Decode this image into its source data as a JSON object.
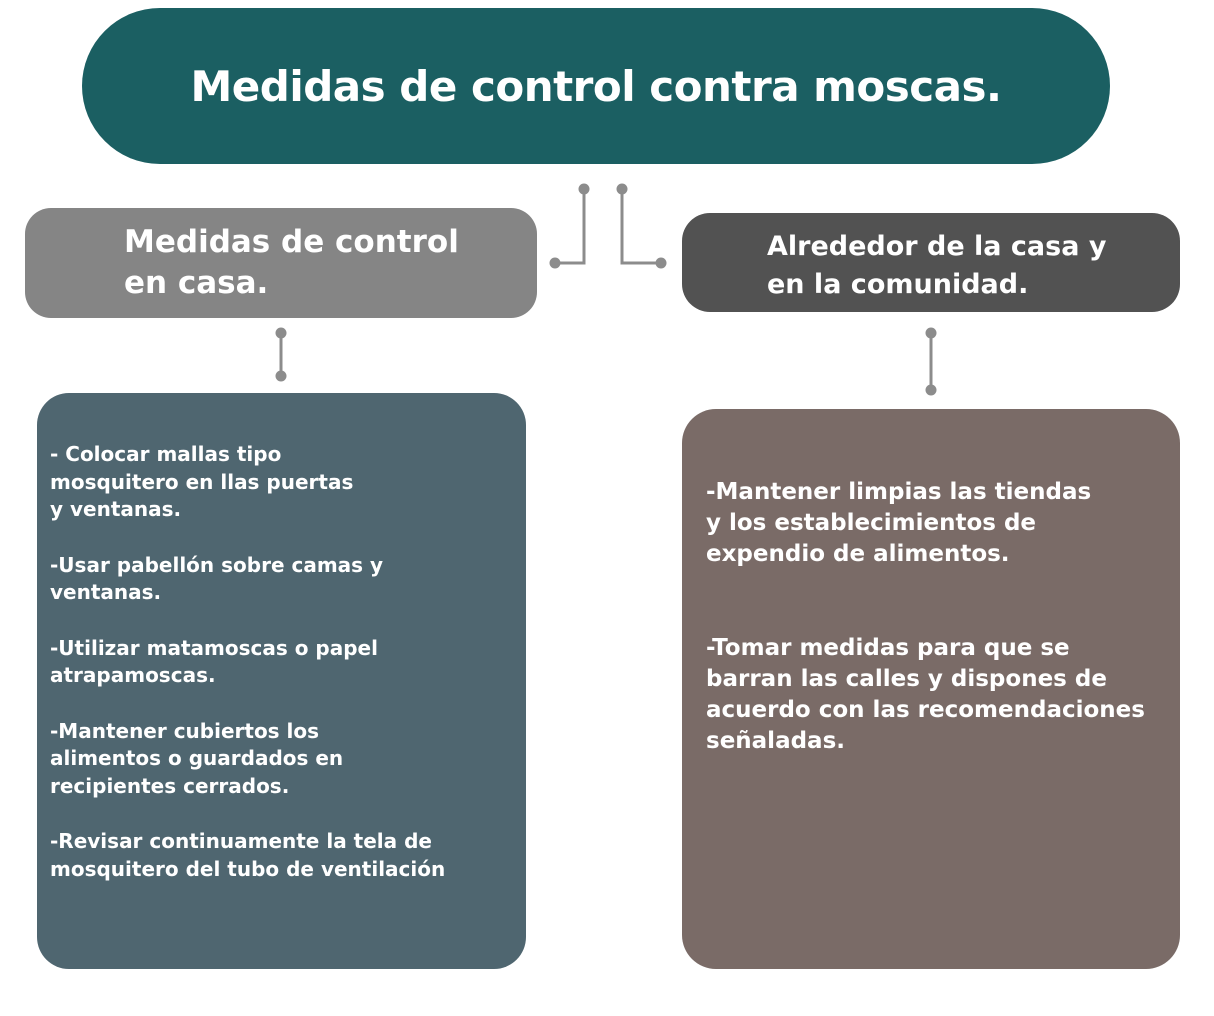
{
  "title": "Medidas de control contra moscas.",
  "branches": [
    {
      "heading_lines": [
        "Medidas de control",
        "en casa."
      ],
      "items": [
        "- Colocar mallas tipo\nmosquitero en llas puertas\ny ventanas.",
        "-Usar pabellón sobre camas y\nventanas.",
        "-Utilizar matamoscas o papel\natrapamoscas.",
        "-Mantener cubiertos los\nalimentos o guardados en\nrecipientes cerrados.",
        "-Revisar continuamente la tela de\nmosquitero del tubo de ventilación"
      ]
    },
    {
      "heading_lines": [
        "Alrededor de la casa y",
        "en  la comunidad."
      ],
      "items": [
        "-Mantener limpias las tiendas\ny los establecimientos de\nexpendio de alimentos.",
        "-Tomar medidas para que se\nbarran las calles y dispones de\nacuerdo con las recomendaciones\nseñaladas."
      ]
    }
  ],
  "colors": {
    "title_bg": "#1b5f62",
    "left_heading_bg": "#858585",
    "right_heading_bg": "#525252",
    "left_detail_bg": "#4f6670",
    "right_detail_bg": "#7a6b67",
    "connector": "#8c8c8c"
  }
}
